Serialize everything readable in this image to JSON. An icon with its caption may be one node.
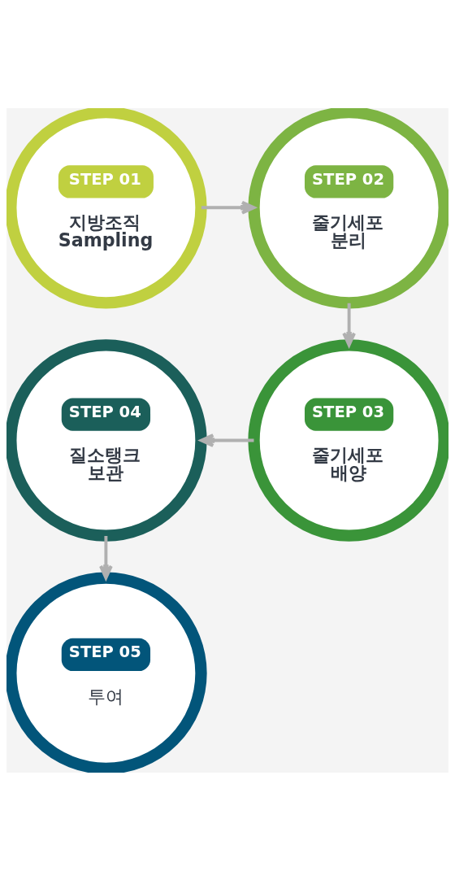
{
  "diagram": {
    "nodes": [
      {
        "text": [
          "STEP 01",
          "지방조직 Sampling"
        ]
      },
      {
        "text": [
          "STEP 02",
          "줄기세포 분리"
        ]
      },
      {
        "text": [
          "STEP 03",
          "줄기세포 배양"
        ]
      },
      {
        "text": [
          "STEP 04",
          "질소탱크 보관"
        ]
      },
      {
        "text": [
          "STEP 05",
          "투여"
        ]
      }
    ],
    "edges": [
      {
        "from": 0,
        "to": 1,
        "arrow": "to"
      },
      {
        "from": 1,
        "to": 2,
        "arrow": "to"
      },
      {
        "from": 2,
        "to": 3,
        "arrow": "to"
      },
      {
        "from": 3,
        "to": 4,
        "arrow": "to"
      }
    ]
  }
}
